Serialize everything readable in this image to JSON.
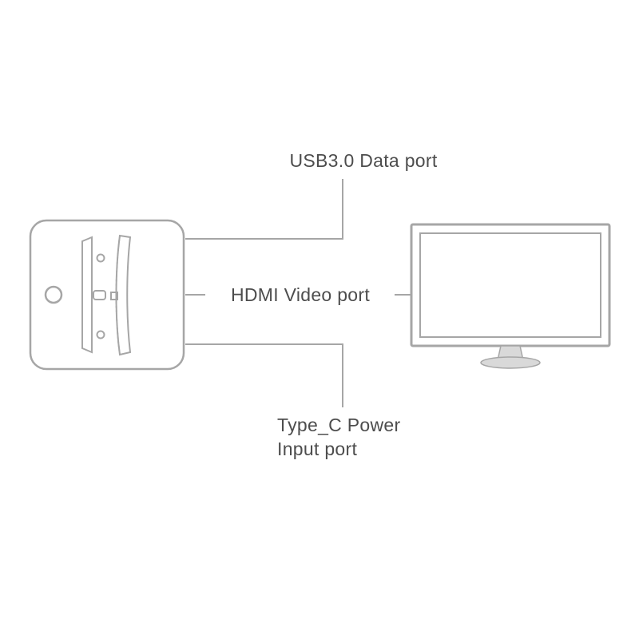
{
  "colors": {
    "bg": "#ffffff",
    "line": "#a6a6a6",
    "text": "#4d4d4d",
    "stand": "#d9d9d9"
  },
  "labels": {
    "usb": "USB3.0 Data port",
    "hdmi": "HDMI Video port",
    "typec": "Type_C Power\nInput port"
  }
}
